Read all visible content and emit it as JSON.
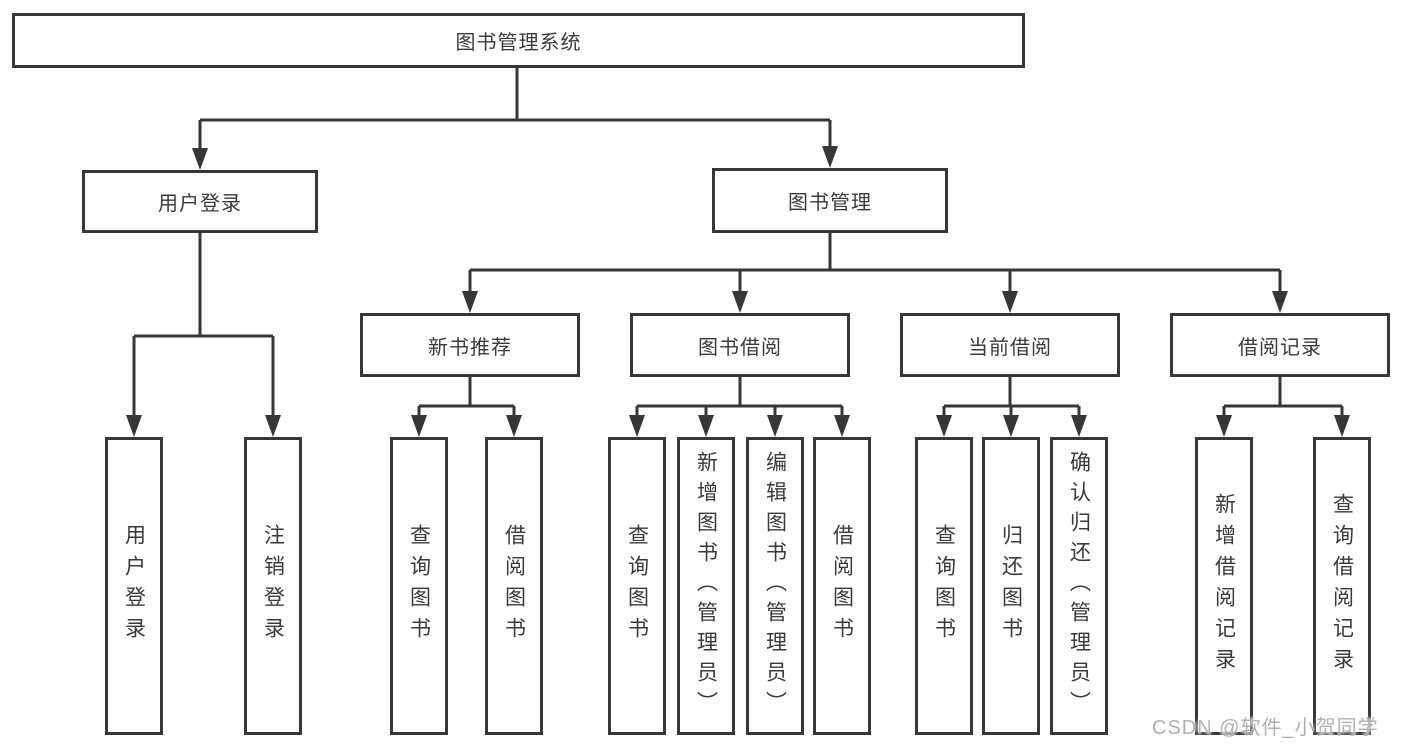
{
  "diagram": {
    "root": {
      "label": "图书管理系统"
    },
    "children": [
      {
        "label": "用户登录",
        "children": [
          {
            "label": "用户登录"
          },
          {
            "label": "注销登录"
          }
        ]
      },
      {
        "label": "图书管理",
        "children": [
          {
            "label": "新书推荐",
            "children": [
              {
                "label": "查询图书"
              },
              {
                "label": "借阅图书"
              }
            ]
          },
          {
            "label": "图书借阅",
            "children": [
              {
                "label": "查询图书"
              },
              {
                "label": "新增图书（管理员）"
              },
              {
                "label": "编辑图书（管理员）"
              },
              {
                "label": "借阅图书"
              }
            ]
          },
          {
            "label": "当前借阅",
            "children": [
              {
                "label": "查询图书"
              },
              {
                "label": "归还图书"
              },
              {
                "label": "确认归还（管理员）"
              }
            ]
          },
          {
            "label": "借阅记录",
            "children": [
              {
                "label": "新增借阅记录"
              },
              {
                "label": "查询借阅记录"
              }
            ]
          }
        ]
      }
    ]
  },
  "watermark": {
    "text": "CSDN @软件_小贺同学"
  },
  "colors": {
    "line": "#373737",
    "box_border": "#373737",
    "text": "#3a3a3a",
    "watermark": "#b0b0b0",
    "background": "#ffffff"
  }
}
